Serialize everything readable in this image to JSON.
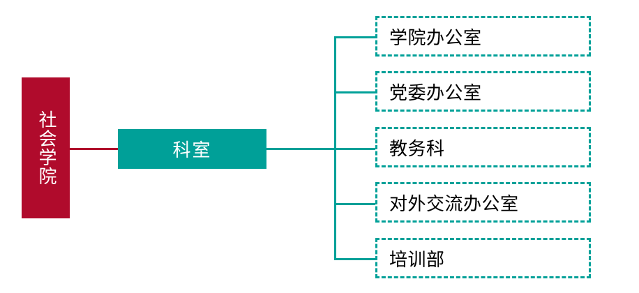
{
  "diagram": {
    "type": "org-chart",
    "orientation": "horizontal-left-to-right",
    "colors": {
      "root_fill": "#b00b2c",
      "root_text": "#ffffff",
      "branch_fill": "#00a098",
      "branch_text": "#ffffff",
      "leaf_border": "#00a098",
      "leaf_text": "#000000",
      "root_connector": "#b00b2c",
      "branch_connector": "#00a098",
      "background": "#ffffff"
    },
    "root": {
      "label": "社会学院",
      "text_direction": "vertical"
    },
    "branch": {
      "label": "科室"
    },
    "leaves": [
      {
        "label": "学院办公室"
      },
      {
        "label": "党委办公室"
      },
      {
        "label": "教务科"
      },
      {
        "label": "对外交流办公室"
      },
      {
        "label": "培训部"
      }
    ]
  }
}
